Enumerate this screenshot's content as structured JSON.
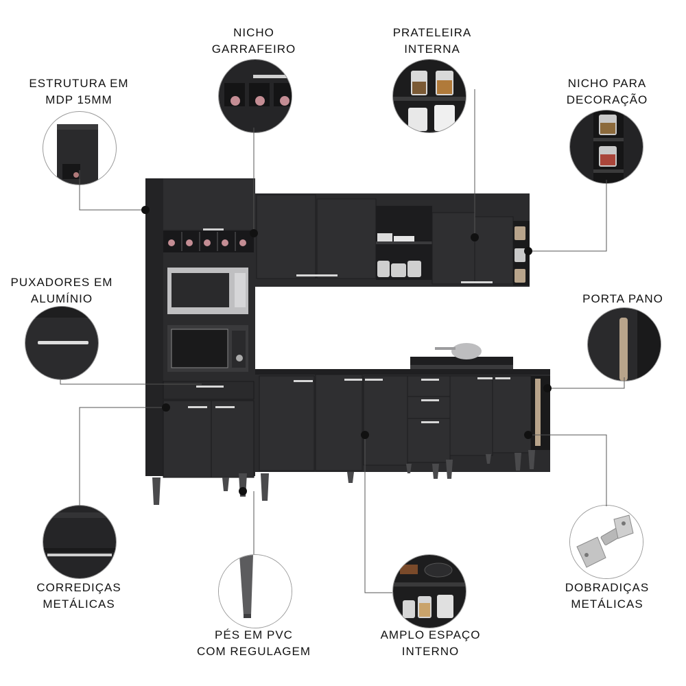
{
  "callouts": {
    "estrutura": [
      "ESTRUTURA EM",
      "MDP 15MM"
    ],
    "nicho_garrafeiro": [
      "NICHO",
      "GARRAFEIRO"
    ],
    "prateleira": [
      "PRATELEIRA",
      "INTERNA"
    ],
    "nicho_decoracao": [
      "NICHO PARA",
      "DECORAÇÃO"
    ],
    "puxadores": [
      "PUXADORES EM",
      "ALUMÍNIO"
    ],
    "porta_pano": [
      "PORTA PANO"
    ],
    "corredicas": [
      "CORREDIÇAS",
      "METÁLICAS"
    ],
    "pes": [
      "PÉS EM PVC",
      "COM REGULAGEM"
    ],
    "espaco": [
      "AMPLO ESPAÇO",
      "INTERNO"
    ],
    "dobradicas": [
      "DOBRADIÇAS",
      "METÁLICAS"
    ]
  },
  "colors": {
    "cabinet": "#2b2b2d",
    "cabinet_dark": "#1f1f21",
    "handle": "#d8d8d8",
    "line": "#555555"
  }
}
